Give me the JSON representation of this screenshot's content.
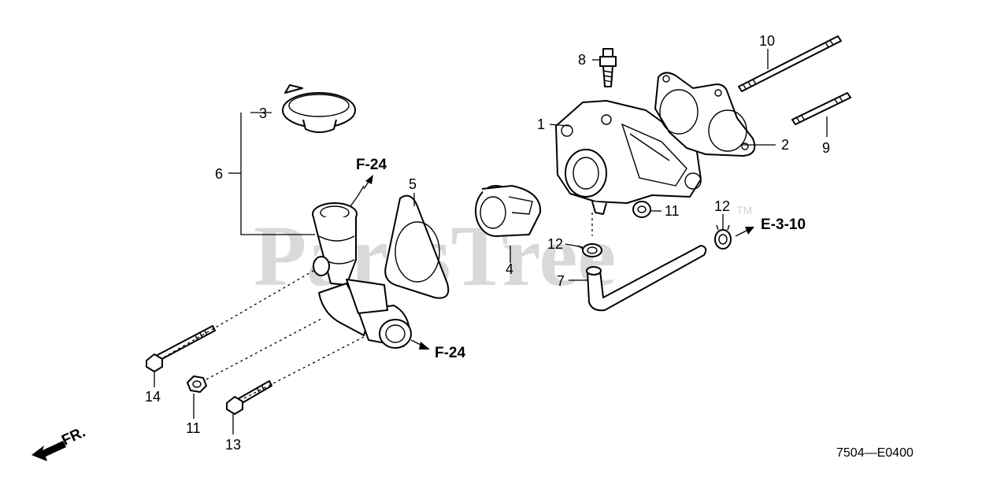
{
  "watermark": "PartsTree",
  "watermark_tm": "TM",
  "diagram_code": "7504—E0400",
  "refs": {
    "f24_top": "F-24",
    "f24_bottom": "F-24",
    "e310": "E-3-10",
    "front": "FR."
  },
  "callouts": {
    "c1": "1",
    "c2": "2",
    "c3": "3",
    "c4": "4",
    "c5": "5",
    "c6": "6",
    "c7": "7",
    "c8": "8",
    "c9": "9",
    "c10": "10",
    "c11a": "11",
    "c11b": "11",
    "c12a": "12",
    "c12b": "12",
    "c13": "13",
    "c14": "14"
  }
}
